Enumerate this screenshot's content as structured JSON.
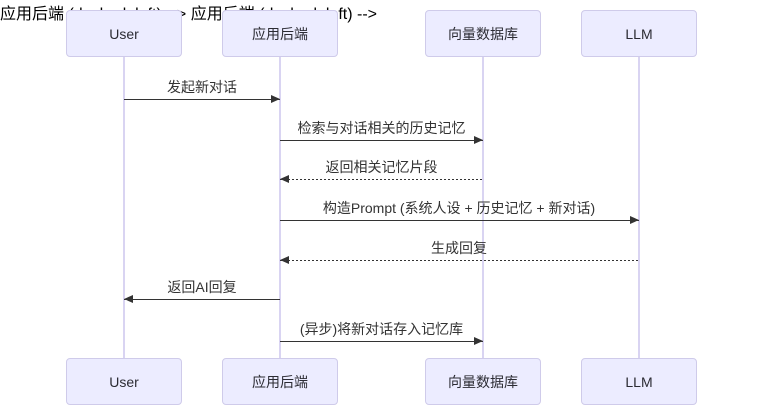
{
  "diagram": {
    "type": "sequence-diagram",
    "background_color": "#ffffff",
    "actor_fill_color": "#ececff",
    "actor_border_color": "#cfcbea",
    "lifeline_color": "#d9d4f2",
    "arrow_color": "#333333",
    "text_color": "#333333"
  },
  "actors": [
    {
      "id": "user",
      "label": "User"
    },
    {
      "id": "app-backend",
      "label": "应用后端"
    },
    {
      "id": "vector-db",
      "label": "向量数据库"
    },
    {
      "id": "llm",
      "label": "LLM"
    }
  ],
  "messages": [
    {
      "from": "User",
      "to": "应用后端",
      "label": "发起新对话",
      "line_style": "solid",
      "direction": "right"
    },
    {
      "from": "应用后端",
      "to": "向量数据库",
      "label": "检索与对话相关的历史记忆",
      "line_style": "solid",
      "direction": "right"
    },
    {
      "from": "向量数据库",
      "to": "应用后端",
      "label": "返回相关记忆片段",
      "line_style": "dashed",
      "direction": "left"
    },
    {
      "from": "应用后端",
      "to": "LLM",
      "label": "构造Prompt (系统人设 + 历史记忆 + 新对话)",
      "line_style": "solid",
      "direction": "right"
    },
    {
      "from": "LLM",
      "to": "应用后端",
      "label": "生成回复",
      "line_style": "dashed",
      "direction": "left"
    },
    {
      "from": "应用后端",
      "to": "User",
      "label": "返回AI回复",
      "line_style": "solid",
      "direction": "left"
    },
    {
      "from": "应用后端",
      "to": "向量数据库",
      "label": "(异步)将新对话存入记忆库",
      "line_style": "solid",
      "direction": "right"
    }
  ]
}
